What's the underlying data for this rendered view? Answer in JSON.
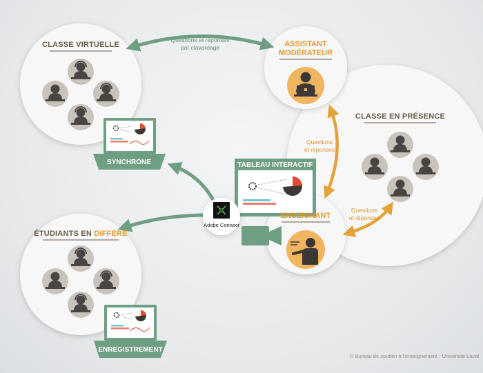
{
  "nodes": {
    "virtual_class": "CLASSE VIRTUELLE",
    "assistant_line1": "ASSISTANT",
    "assistant_line2": "MODÉRATEUR",
    "presence_class": "CLASSE EN PRÉSENCE",
    "deferred_prefix": "ÉTUDIANTS EN ",
    "deferred_highlight": "DIFFÉRÉ",
    "synchrone": "SYNCHRONE",
    "whiteboard": "TABLEAU INTERACTIF",
    "teacher": "ENSEIGNANT",
    "recording": "ENREGISTREMENT",
    "adobe": "Adobe Connect"
  },
  "edges": {
    "chat_line1": "Questions et réponses",
    "chat_line2": "par clavardage",
    "qr_assist_line1": "Questions",
    "qr_assist_line2": "et réponses",
    "qr_presence_line1": "Questions",
    "qr_presence_line2": "et réponses"
  },
  "credit": "© Bureau de soutien à l'enseignement - Université Laval",
  "colors": {
    "green": "#6f9f83",
    "gold": "#e3a33a",
    "brown": "#6b5a48",
    "bubble": "#f7f7f7",
    "person_bg": "#c9c3bc",
    "person": "#4a4543",
    "pie_red": "#e14b30"
  }
}
